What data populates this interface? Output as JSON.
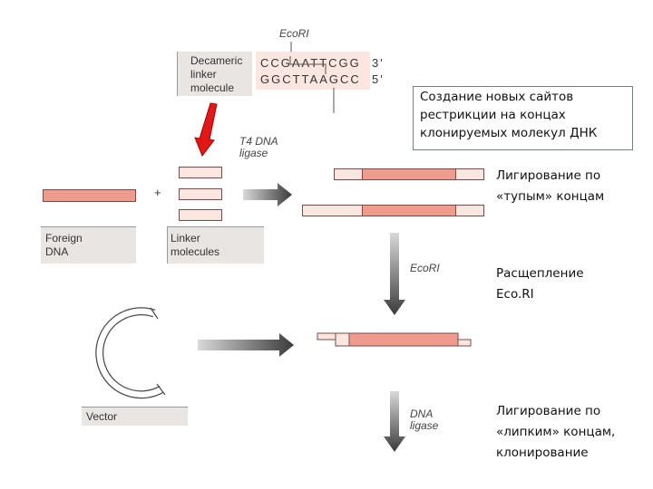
{
  "diagram": {
    "enzyme_top": "EcoRI",
    "linker_label": [
      "Decameric",
      "linker",
      "molecule"
    ],
    "seq_top": "CCGAATTCGG",
    "seq_top_end": "3'",
    "seq_bottom": "GGCTTAAGCC",
    "seq_bottom_end": "5'",
    "box_text": [
      "Создание  новых сайтов",
      "рестрикции на концах",
      "клонируемых  молекул ДНК"
    ],
    "ligase_top": [
      "T4 DNA",
      "ligase"
    ],
    "plus": "+",
    "foreign_dna": [
      "Foreign",
      "DNA"
    ],
    "linker_molecules": [
      "Linker",
      "molecules"
    ],
    "step_blunt": [
      "Лигирование по",
      "«тупым» концам"
    ],
    "enzyme_mid": "EcoRI",
    "step_cut": [
      "Расщепление",
      "Eco.RI"
    ],
    "vector": "Vector",
    "ligase_bottom": [
      "DNA",
      "ligase"
    ],
    "step_sticky": [
      "Лигирование по",
      "«липким» концам,",
      "клонирование"
    ]
  },
  "colors": {
    "dna_fill": "#ef9c8e",
    "linker_fill": "#fbe6e0",
    "label_bg": "#e9e5e3",
    "red_arrow": "#e01818",
    "box_border": "#6a7f9a"
  }
}
